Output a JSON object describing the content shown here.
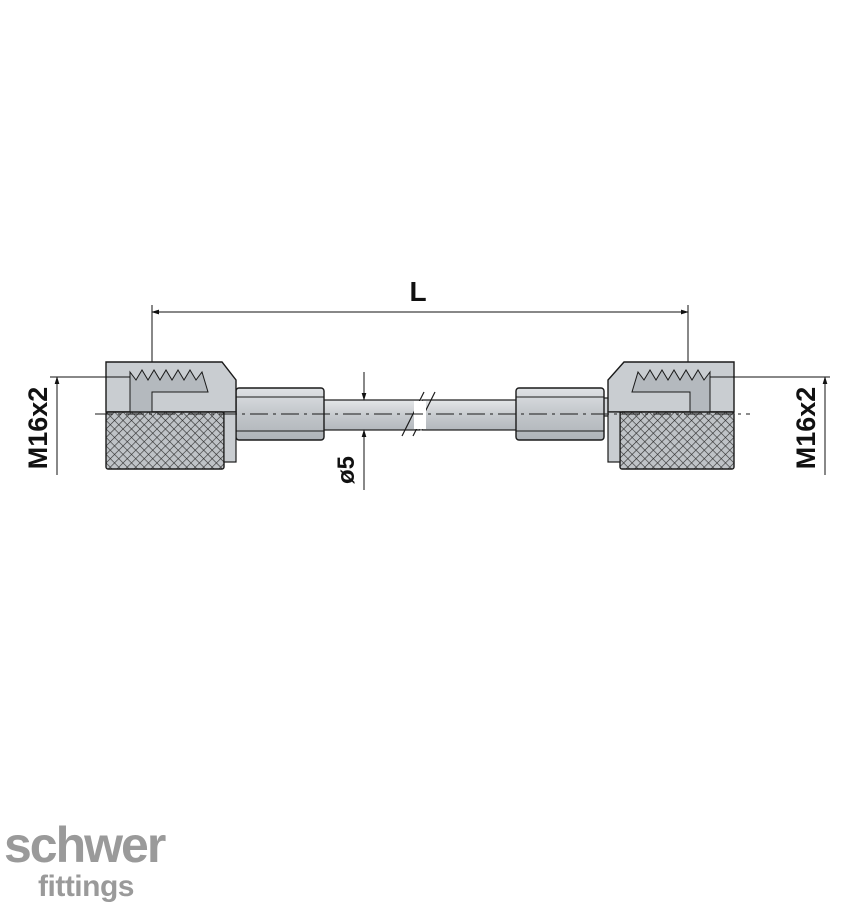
{
  "dimensions": {
    "length_label": "L",
    "left_thread_label": "M16x2",
    "right_thread_label": "M16x2",
    "diameter_label": "ø5"
  },
  "logo": {
    "line1": "schwer",
    "line2": "fittings"
  },
  "colors": {
    "metal": "#c9cdd1",
    "metal_dark": "#9aa0a6",
    "outline": "#1a1a1a",
    "logo_gray": "#9a9a9a"
  }
}
